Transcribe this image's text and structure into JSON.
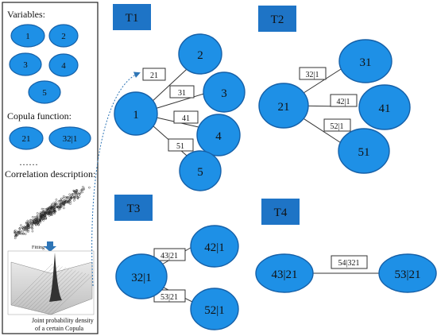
{
  "legend": {
    "variables_heading": "Variables:",
    "variables": [
      "1",
      "2",
      "3",
      "4",
      "5"
    ],
    "copula_heading": "Copula function:",
    "copula_examples": [
      "21",
      "32|1"
    ],
    "ellipsis": "……",
    "correlation_heading": "Correlation description:",
    "fitting_label": "Fitting",
    "density_caption_line1": "Joint probability density",
    "density_caption_line2": "of a certain Copula"
  },
  "trees": [
    {
      "title": "T1",
      "nodes": [
        "1",
        "2",
        "3",
        "4",
        "5"
      ],
      "edges": [
        {
          "from": "1",
          "to": "2",
          "label": "21"
        },
        {
          "from": "1",
          "to": "3",
          "label": "31"
        },
        {
          "from": "1",
          "to": "4",
          "label": "41"
        },
        {
          "from": "1",
          "to": "5",
          "label": "51"
        }
      ]
    },
    {
      "title": "T2",
      "nodes": [
        "21",
        "31",
        "41",
        "51"
      ],
      "edges": [
        {
          "from": "21",
          "to": "31",
          "label": "32|1"
        },
        {
          "from": "21",
          "to": "41",
          "label": "42|1"
        },
        {
          "from": "21",
          "to": "51",
          "label": "52|1"
        }
      ]
    },
    {
      "title": "T3",
      "nodes": [
        "32|1",
        "42|1",
        "52|1"
      ],
      "edges": [
        {
          "from": "32|1",
          "to": "42|1",
          "label": "43|21"
        },
        {
          "from": "32|1",
          "to": "52|1",
          "label": "53|21"
        }
      ]
    },
    {
      "title": "T4",
      "nodes": [
        "43|21",
        "53|21"
      ],
      "edges": [
        {
          "from": "43|21",
          "to": "53|21",
          "label": "54|321"
        }
      ]
    }
  ],
  "colors": {
    "node_fill": "#1e90e6",
    "node_stroke": "#1560a8",
    "title_fill": "#1e74c6",
    "edge": "#333333",
    "link_dotted": "#2e75b6"
  }
}
